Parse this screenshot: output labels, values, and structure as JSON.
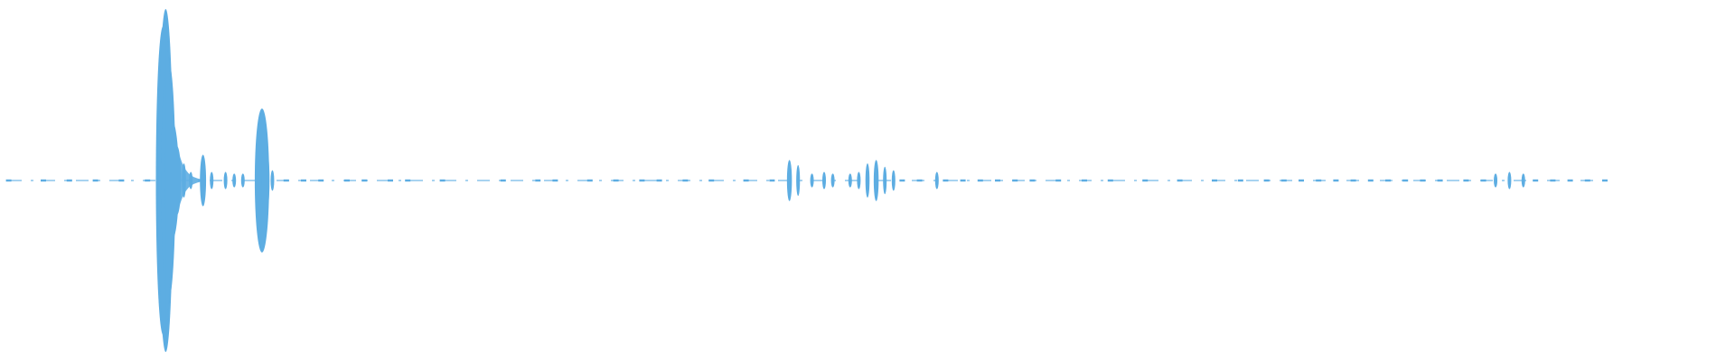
{
  "waveform": {
    "color": "#5DADE2",
    "duration_fraction_shown": 0.93,
    "peaks": [
      [
        0.005,
        0.01
      ],
      [
        0.025,
        0.01
      ],
      [
        0.04,
        0.01
      ],
      [
        0.055,
        0.01
      ],
      [
        0.07,
        0.01
      ],
      [
        0.085,
        0.02
      ],
      [
        0.094,
        0.9
      ],
      [
        0.0955,
        1.0
      ],
      [
        0.097,
        0.7
      ],
      [
        0.099,
        0.35
      ],
      [
        0.102,
        0.2
      ],
      [
        0.106,
        0.1
      ],
      [
        0.11,
        0.05
      ],
      [
        0.117,
        0.15
      ],
      [
        0.122,
        0.05
      ],
      [
        0.13,
        0.05
      ],
      [
        0.135,
        0.04
      ],
      [
        0.14,
        0.04
      ],
      [
        0.151,
        0.42
      ],
      [
        0.153,
        0.2
      ],
      [
        0.157,
        0.06
      ],
      [
        0.165,
        0.03
      ],
      [
        0.175,
        0.03
      ],
      [
        0.185,
        0.03
      ],
      [
        0.2,
        0.02
      ],
      [
        0.21,
        0.02
      ],
      [
        0.225,
        0.02
      ],
      [
        0.235,
        0.02
      ],
      [
        0.255,
        0.01
      ],
      [
        0.29,
        0.01
      ],
      [
        0.31,
        0.01
      ],
      [
        0.32,
        0.01
      ],
      [
        0.34,
        0.01
      ],
      [
        0.355,
        0.01
      ],
      [
        0.37,
        0.01
      ],
      [
        0.38,
        0.01
      ],
      [
        0.395,
        0.01
      ],
      [
        0.41,
        0.015
      ],
      [
        0.43,
        0.02
      ],
      [
        0.445,
        0.03
      ],
      [
        0.455,
        0.12
      ],
      [
        0.46,
        0.09
      ],
      [
        0.468,
        0.04
      ],
      [
        0.475,
        0.05
      ],
      [
        0.48,
        0.04
      ],
      [
        0.49,
        0.04
      ],
      [
        0.495,
        0.05
      ],
      [
        0.5,
        0.1
      ],
      [
        0.505,
        0.12
      ],
      [
        0.51,
        0.08
      ],
      [
        0.515,
        0.06
      ],
      [
        0.52,
        0.03
      ],
      [
        0.53,
        0.03
      ],
      [
        0.54,
        0.05
      ],
      [
        0.545,
        0.03
      ],
      [
        0.555,
        0.03
      ],
      [
        0.565,
        0.03
      ],
      [
        0.575,
        0.03
      ],
      [
        0.585,
        0.03
      ],
      [
        0.595,
        0.02
      ],
      [
        0.61,
        0.02
      ],
      [
        0.625,
        0.02
      ],
      [
        0.64,
        0.015
      ],
      [
        0.66,
        0.01
      ],
      [
        0.68,
        0.01
      ],
      [
        0.7,
        0.01
      ],
      [
        0.715,
        0.02
      ],
      [
        0.73,
        0.03
      ],
      [
        0.74,
        0.03
      ],
      [
        0.75,
        0.02
      ],
      [
        0.76,
        0.02
      ],
      [
        0.77,
        0.02
      ],
      [
        0.78,
        0.02
      ],
      [
        0.79,
        0.03
      ],
      [
        0.8,
        0.03
      ],
      [
        0.81,
        0.02
      ],
      [
        0.82,
        0.02
      ],
      [
        0.83,
        0.02
      ],
      [
        0.845,
        0.015
      ],
      [
        0.855,
        0.03
      ],
      [
        0.862,
        0.04
      ],
      [
        0.87,
        0.05
      ],
      [
        0.878,
        0.04
      ],
      [
        0.885,
        0.02
      ],
      [
        0.895,
        0.02
      ],
      [
        0.905,
        0.015
      ],
      [
        0.915,
        0.015
      ],
      [
        0.925,
        0.01
      ]
    ]
  }
}
